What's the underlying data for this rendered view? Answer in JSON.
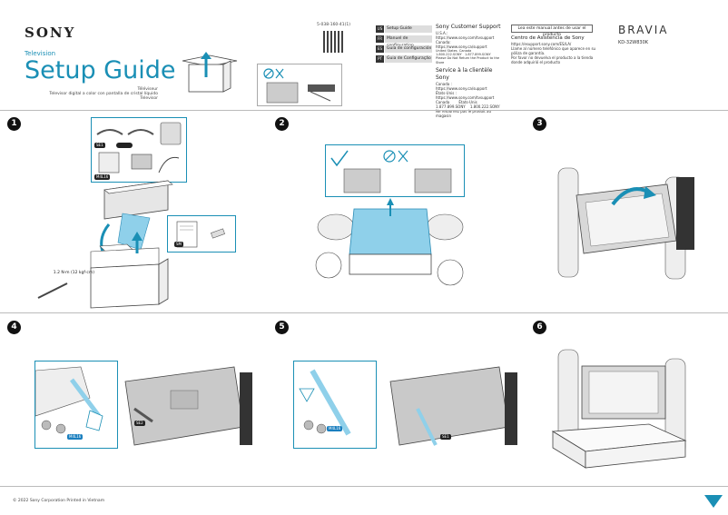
{
  "header": {
    "brand": "SONY",
    "category": "Television",
    "title": "Setup Guide",
    "subtitles": [
      "Téléviseur",
      "Televisor digital a color con pantalla de cristal líquido",
      "Televisor"
    ],
    "doc_code": "5-038-160-41(1)",
    "languages": [
      {
        "code": "US",
        "label": "Setup Guide"
      },
      {
        "code": "FR",
        "label": "Manuel de configuration"
      },
      {
        "code": "ES",
        "label": "Guía de configuración"
      },
      {
        "code": "PT",
        "label": "Guia de Configuração"
      }
    ],
    "support": {
      "title": "Sony Customer Support",
      "lines": [
        "U.S.A.:",
        "https://www.sony.com/tvsupport",
        "Canada:",
        "https://www.sony.ca/support"
      ],
      "phones": "United States  Canada\n1.800.222.SONY   1.877.899.SONY",
      "note": "Please Do Not Return the Product to the Store",
      "fr_title": "Service à la clientèle Sony",
      "fr_lines": [
        "Canada :",
        "https://www.sony.ca/support",
        "États-Unis :",
        "https://www.sony.com/tvsupport",
        "Canada        États-Unis",
        "1.877.899.SONY    1.800.222.SONY"
      ],
      "fr_note": "Ne retournez pas le produit au magasin"
    },
    "readme": "Lea este manual antes de usar el producto",
    "es_support": {
      "title": "Centro de Asistencia de Sony",
      "url": "https://esupport.sony.com/ES/LA/",
      "text": "Llame al número telefónico que aparece en su póliza de garantía.",
      "text2": "Por favor no devuelva el producto a la tienda donde adquirió el producto"
    },
    "bravia": "BRAVIA",
    "model": "KD-32W830K"
  },
  "steps": [
    {
      "num": "1"
    },
    {
      "num": "2"
    },
    {
      "num": "3"
    },
    {
      "num": "4"
    },
    {
      "num": "5"
    },
    {
      "num": "6"
    }
  ],
  "step1": {
    "torque": "1.2 N·m (12 kgf·cm)",
    "tag_screw": "SE1",
    "tag_m4": "M4L16",
    "tag_doc": "SM"
  },
  "step4": {
    "tag_screw": "M4L16",
    "tag_part": "SE2"
  },
  "step5": {
    "tag_screw": "M4L16",
    "tag_part": "SE1"
  },
  "footer": "© 2022 Sony Corporation  Printed in Vietnam"
}
